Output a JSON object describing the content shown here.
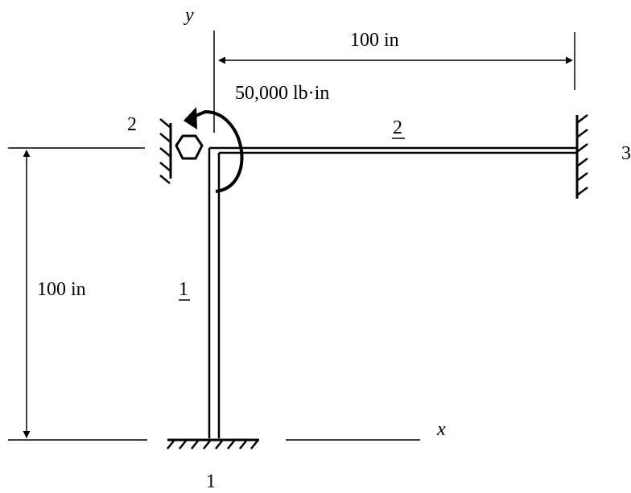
{
  "axes": {
    "y_label": "y",
    "x_label": "x"
  },
  "dimensions": {
    "horizontal": "100 in",
    "vertical": "100 in"
  },
  "load": {
    "moment": "50,000 lb·in"
  },
  "nodes": {
    "node1": "1",
    "node2": "2",
    "node3": "3"
  },
  "elements": {
    "element1": "1",
    "element2": "2"
  }
}
